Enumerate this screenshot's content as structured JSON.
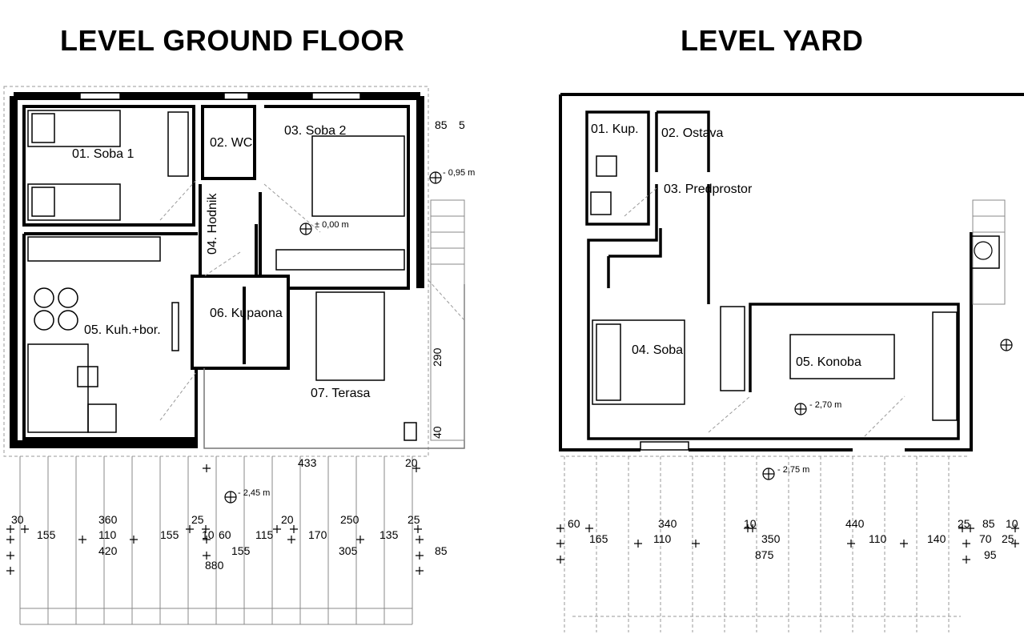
{
  "titles": {
    "left": "LEVEL GROUND FLOOR",
    "right": "LEVEL YARD"
  },
  "ground_floor": {
    "rooms": [
      {
        "label": "01. Soba 1"
      },
      {
        "label": "02. WC"
      },
      {
        "label": "03. Soba 2"
      },
      {
        "label": "04. Hodnik"
      },
      {
        "label": "05. Kuh.+bor."
      },
      {
        "label": "06. Kupaona"
      },
      {
        "label": "07. Terasa"
      }
    ],
    "levels": [
      "- 0,95 m",
      "± 0,00 m",
      "- 2,45 m"
    ],
    "dimensions": {
      "side_85": "85",
      "side_5": "5",
      "side_290": "290",
      "side_40": "40",
      "d433": "433",
      "d20a": "20",
      "row1": [
        "30",
        "360",
        "25",
        "20",
        "250",
        "25"
      ],
      "row2": [
        "155",
        "110",
        "155",
        "10",
        "60",
        "115",
        "170",
        "135"
      ],
      "row3": [
        "420",
        "155",
        "305"
      ],
      "row4": [
        "880"
      ],
      "right85": "85"
    }
  },
  "yard": {
    "rooms": [
      {
        "label": "01. Kup."
      },
      {
        "label": "02. Ostava"
      },
      {
        "label": "03. Predprostor"
      },
      {
        "label": "04. Soba"
      },
      {
        "label": "05. Konoba"
      }
    ],
    "levels": [
      "- 2,70 m",
      "- 2,75 m"
    ],
    "dimensions": {
      "row1": [
        "60",
        "340",
        "10",
        "440",
        "25",
        "85",
        "10"
      ],
      "row2": [
        "165",
        "110",
        "350",
        "110",
        "140",
        "70",
        "25"
      ],
      "row3": [
        "875",
        "95"
      ]
    }
  }
}
